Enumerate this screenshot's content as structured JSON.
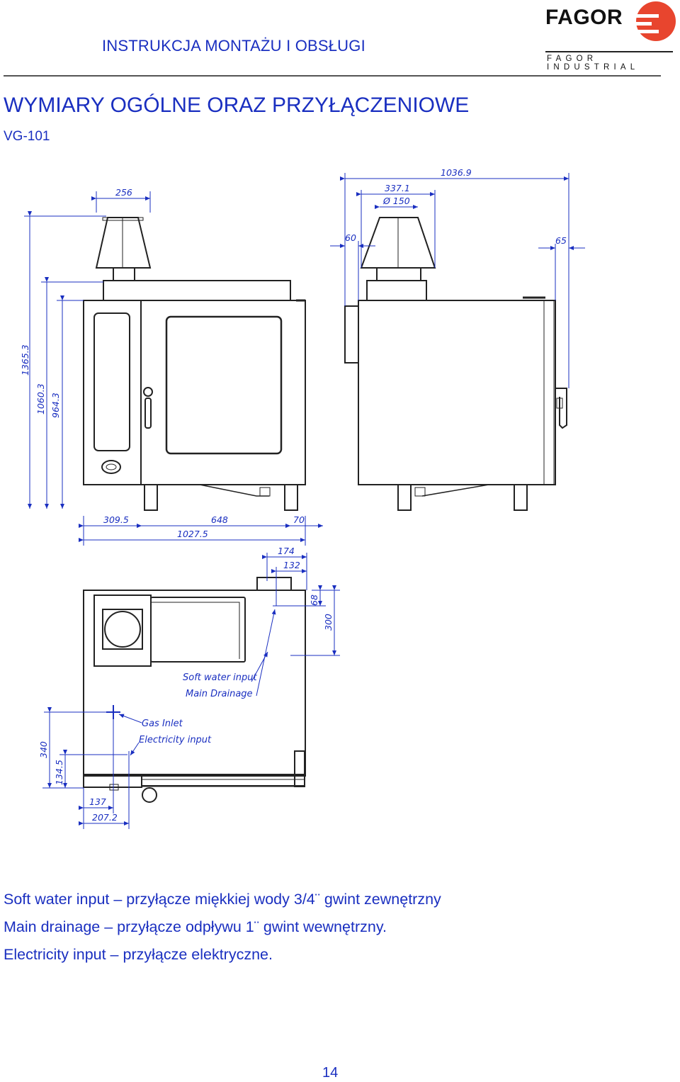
{
  "header": {
    "title": "INSTRUKCJA MONTAŻU I OBSŁUGI",
    "logo_word": "FAGOR",
    "logo_sub": "FAGOR INDUSTRIAL",
    "accent_color": "#e8452e"
  },
  "section": {
    "title": "WYMIARY OGÓLNE ORAZ PRZYŁĄCZENIOWE",
    "model": "VG-101"
  },
  "drawing": {
    "front_view": {
      "dims": {
        "top_width": "256",
        "h_total": "1365.3",
        "h_mid": "1060.3",
        "h_low": "964.3",
        "w_left": "309.5",
        "w_center": "648",
        "w_right": "70",
        "w_total": "1027.5"
      }
    },
    "side_view": {
      "dims": {
        "total": "1036.9",
        "flue": "337.1",
        "flue_dia": "Ø 150",
        "left_off": "60",
        "right_off": "65"
      }
    },
    "top_view": {
      "dims": {
        "d174": "174",
        "d132": "132",
        "d68": "68",
        "d300": "300",
        "d340": "340",
        "d134": "134.5",
        "d137": "137",
        "d207": "207.2"
      },
      "labels": {
        "soft_water": "Soft water input",
        "main_drain": "Main Drainage",
        "gas": "Gas Inlet",
        "electricity": "Electricity input"
      }
    }
  },
  "notes": [
    "Soft water input – przyłącze miękkiej wody 3/4¨ gwint zewnętrzny",
    "Main drainage – przyłącze odpływu 1¨ gwint wewnętrzny.",
    "Electricity input – przyłącze elektryczne."
  ],
  "page_number": "14"
}
